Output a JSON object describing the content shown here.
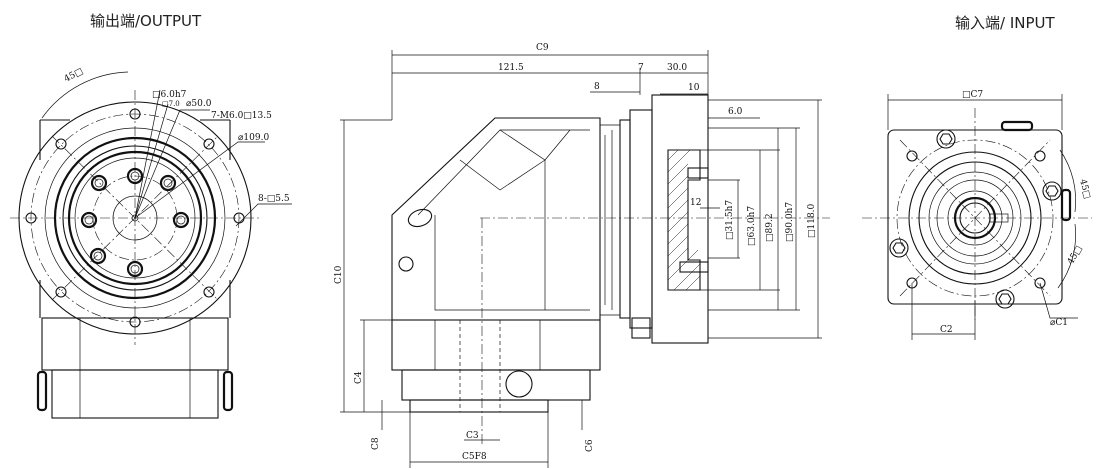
{
  "titles": {
    "output": "输出端/OUTPUT",
    "input": "输入端/ INPUT"
  },
  "output_view": {
    "angle": "45□",
    "pilot": "□6.0h7",
    "pilot_sub": "□7.0",
    "pcd_small": "⌀50.0",
    "thread": "7-M6.0□13.5",
    "pcd_large": "⌀109.0",
    "holes": "8-□5.5"
  },
  "side_view": {
    "c9": "C9",
    "d121": "121.5",
    "d7": "7",
    "d30": "30.0",
    "d8": "8",
    "d10": "10",
    "d6": "6.0",
    "d12": "12",
    "d31": "□31.5h7",
    "d63": "□63.0h7",
    "d89": "□89.2",
    "d90": "□90.0h7",
    "d118": "□118.0",
    "c10": "C10",
    "c4": "C4",
    "c8": "C8",
    "c3": "C3",
    "c5": "C5F8",
    "c6": "C6"
  },
  "input_view": {
    "c7": "□C7",
    "angle_top": "45□",
    "angle_bottom": "45□",
    "c2": "C2",
    "c1": "⌀C1"
  }
}
